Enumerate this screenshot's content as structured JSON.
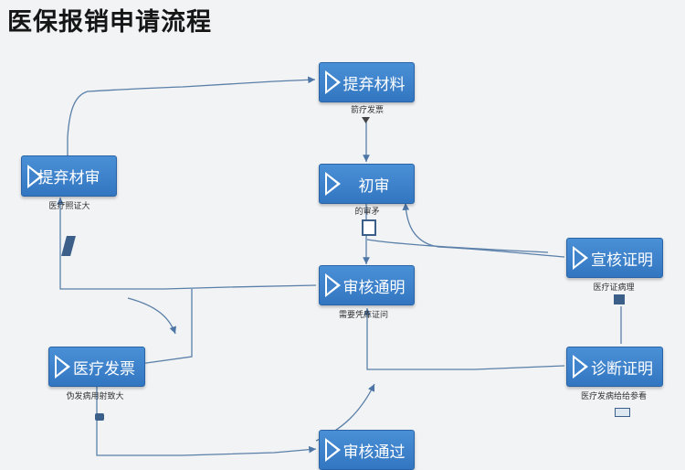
{
  "title": "医保报销申请流程",
  "nodes": {
    "submit_materials_top": {
      "label": "提弃材料",
      "caption": "箭疗发票"
    },
    "submit_review_left": {
      "label": "提弃材审",
      "caption": "医疗照证大"
    },
    "initial_review": {
      "label": "初审",
      "caption": "的审矛"
    },
    "review_pass_mid": {
      "label": "审核通明",
      "caption": "需要凭库证问"
    },
    "medical_invoice": {
      "label": "医疗发票",
      "caption": "伪发病用射致大"
    },
    "audit_certificate": {
      "label": "宣核证明",
      "caption": "医疗证病理"
    },
    "diagnosis_certificate": {
      "label": "诊断证明",
      "caption": "医疗发病给给参看"
    },
    "review_pass_bottom": {
      "label": "审核通过"
    }
  },
  "colors": {
    "node_fill": "#3e83cc",
    "connector": "#5a7fa8",
    "background": "#f1f3f5"
  }
}
